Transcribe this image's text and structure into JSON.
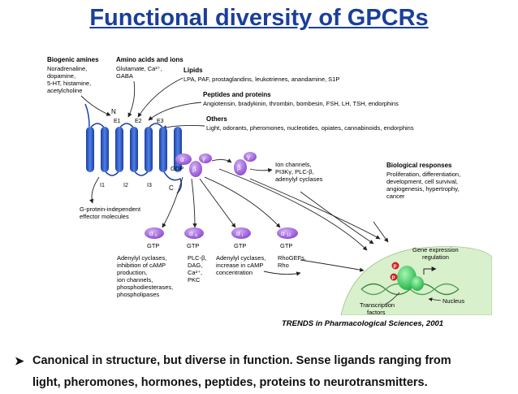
{
  "slide": {
    "title": "Functional diversity of GPCRs",
    "credit": "TRENDS in Pharmacological Sciences, 2001",
    "bullet_line1": "Canonical in structure, but diverse in function. Sense ligands ranging from",
    "bullet_line2": "light, pheromones, hormones, peptides, proteins to  neurotransmitters."
  },
  "diagram": {
    "ligands": {
      "biogenic_heading": "Biogenic amines",
      "biogenic_lines": [
        "Noradrenaline,",
        "dopamine,",
        "5-HT, histamine,",
        "acetylcholine"
      ],
      "amino_heading": "Amino acids and ions",
      "amino_lines": [
        "Glutamate, Ca²⁺,",
        "GABA"
      ],
      "lipids_heading": "Lipids",
      "lipids_text": "LPA, PAF, prostaglandins, leukotrienes, anandamine, S1P",
      "peptides_heading": "Peptides and proteins",
      "peptides_text": "Angiotensin, bradykinin, thrombin, bombesin, FSH, LH, TSH, endorphins",
      "others_heading": "Others",
      "others_text": "Light, odorants, pheromones, nucleotides, opiates, cannabinoids, endorphins"
    },
    "receptor": {
      "n_label": "N",
      "c_label": "C",
      "extracellular": [
        "E1",
        "E2",
        "E3"
      ],
      "intracellular": [
        "I1",
        "I2",
        "I3"
      ]
    },
    "gprotein": {
      "alpha": "α",
      "beta": "β",
      "gamma": "γ",
      "gdp": "GDP"
    },
    "independent_lines": [
      "G-protein-independent",
      "effector molecules"
    ],
    "betagamma_effectors": [
      "Ion channels,",
      "PI3Kγ, PLC-β,",
      "adenylyl cyclases"
    ],
    "biological_responses": {
      "heading": "Biological responses",
      "lines": [
        "Proliferation, differentiation,",
        "development, cell survival,",
        "angiogenesis, hypertrophy,",
        "cancer"
      ]
    },
    "alpha_subunits": [
      {
        "symbol": "α",
        "sub": "s",
        "gtp": "GTP",
        "effects": [
          "Adenylyl cyclases,",
          "inhibition of cAMP",
          "production,",
          "ion channels,",
          "phosphodiesterases,",
          "phospholipases"
        ]
      },
      {
        "symbol": "α",
        "sub": "q",
        "gtp": "GTP",
        "effects": [
          "PLC-β,",
          "DAG,",
          "Ca²⁺,",
          "PKC"
        ]
      },
      {
        "symbol": "α",
        "sub": "i",
        "gtp": "GTP",
        "effects": [
          "Adenylyl cyclases,",
          "increase in cAMP",
          "concentration"
        ]
      },
      {
        "symbol": "α",
        "sub": "12",
        "gtp": "GTP",
        "effects": [
          "RhoGEFs,",
          "Rho"
        ]
      }
    ],
    "nucleus": {
      "gene_expression_lines": [
        "Gene expression",
        "regulation"
      ],
      "tf_lines": [
        "Transcription",
        "factors"
      ],
      "nucleus_label": "Nucleus",
      "phospho_label": "P"
    },
    "colors": {
      "helix": "#2a56c8",
      "gprotein": "#9b5ed4",
      "arrow": "#222222",
      "nucleus": "#d9f0cc",
      "tf_ball": "#2ecc55",
      "phospho": "#d81f1f",
      "dna": "#3a8a3a"
    }
  }
}
